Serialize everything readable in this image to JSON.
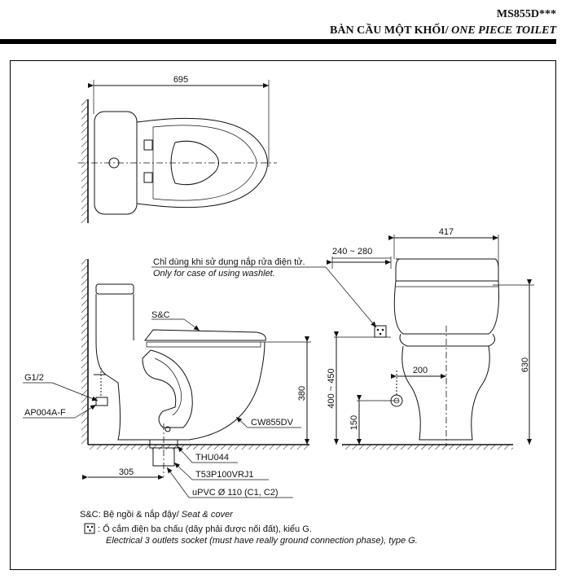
{
  "header": {
    "model": "MS855D***",
    "title_vi": "BÀN CẦU MỘT KHỐI/",
    "title_en": "ONE PIECE TOILET"
  },
  "dimensions": {
    "width_top": "695",
    "depth_side": "417",
    "rough_in_range": "240 ~ 280",
    "height_total": "630",
    "seat_height": "380",
    "inlet_height_range": "400 ~ 450",
    "inlet_low": "150",
    "inlet_offset": "200",
    "outlet_distance": "305"
  },
  "notes": {
    "washlet_vi": "Chỉ dùng khi sử dụng nắp rửa điện tử.",
    "washlet_en": "Only for case of using washlet."
  },
  "parts": {
    "seat_cover": "S&C",
    "g_half": "G1/2",
    "valve": "AP004A-F",
    "bowl": "CW855DV",
    "flange": "THU044",
    "outlet": "T53P100VRJ1",
    "pipe": "uPVC Ø 110 (C1, C2)"
  },
  "legend": {
    "sc_line_vi": "S&C: Bệ ngồi & nắp đậy/",
    "sc_line_en": "Seat & cover",
    "socket_vi": ": Ổ cắm điện ba chấu (dây phải được nối đất), kiểu G.",
    "socket_en": "Electrical 3 outlets socket (must have really ground connection phase), type G."
  }
}
